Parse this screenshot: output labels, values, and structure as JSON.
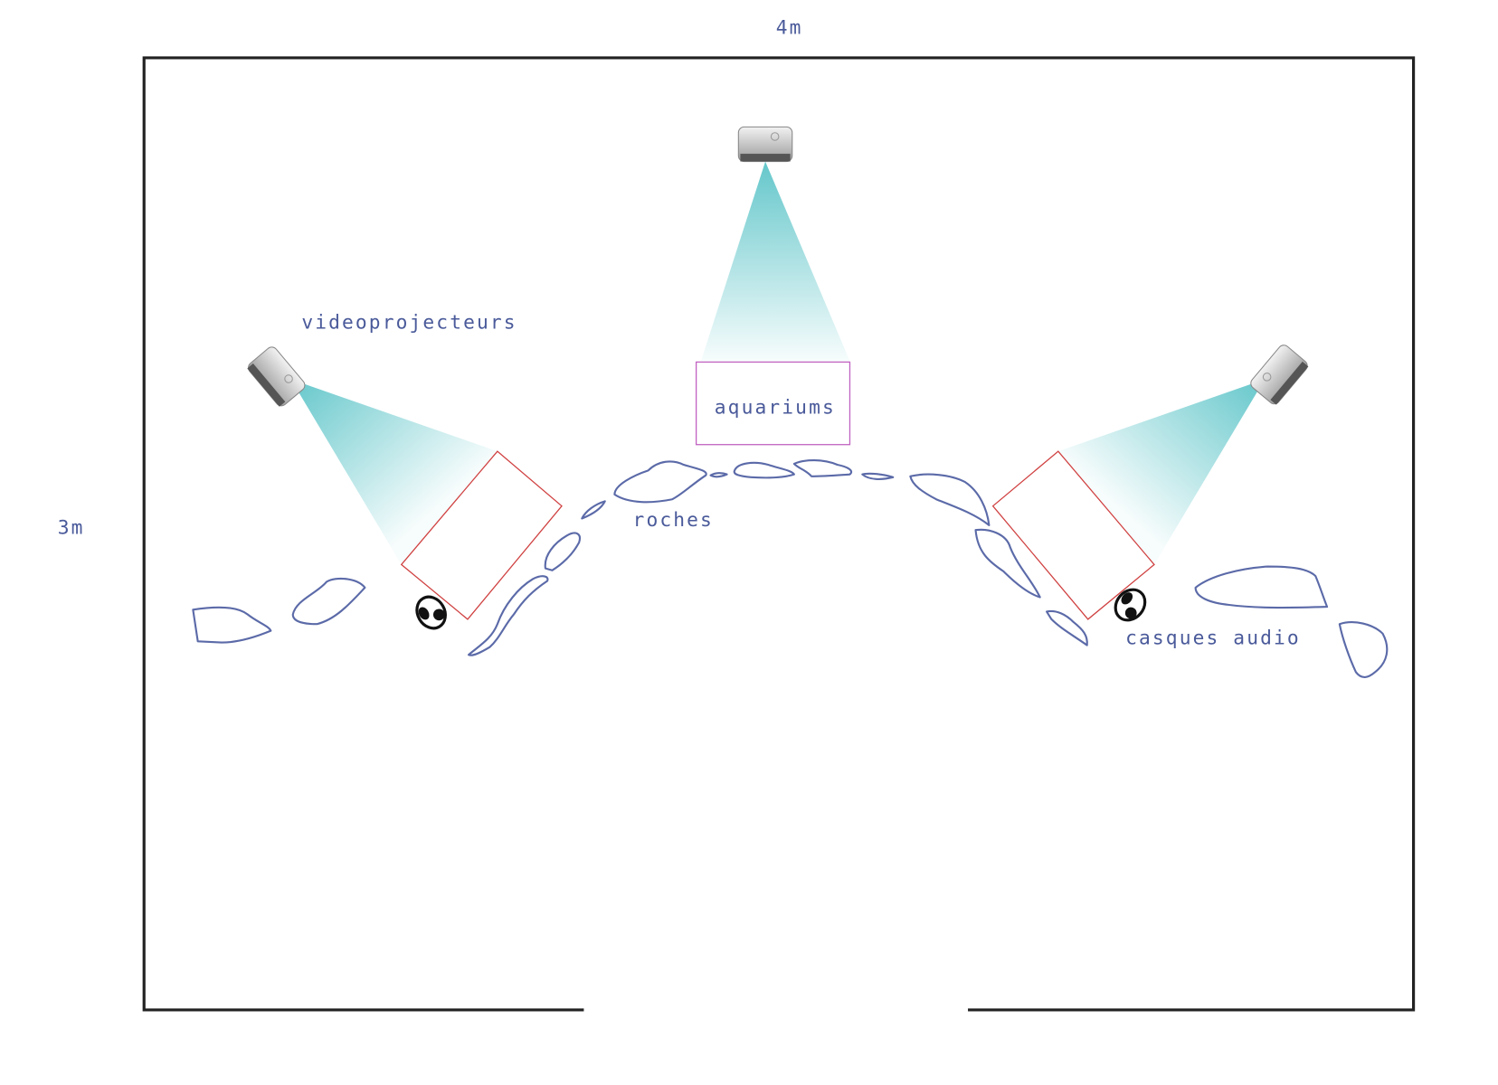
{
  "dimensions": {
    "width_label": "4m",
    "height_label": "3m"
  },
  "labels": {
    "projectors": "videoprojecteurs",
    "aquariums": "aquariums",
    "rocks": "roches",
    "headphones": "casques audio"
  },
  "icons": [
    "projector-icon",
    "headphones-icon"
  ],
  "colors": {
    "wall": "#222222",
    "text": "#4a5a9a",
    "rock": "#5b6aa8",
    "screen": "#d04040",
    "aquarium": "#c060c0",
    "light": "#5cc4c8"
  }
}
